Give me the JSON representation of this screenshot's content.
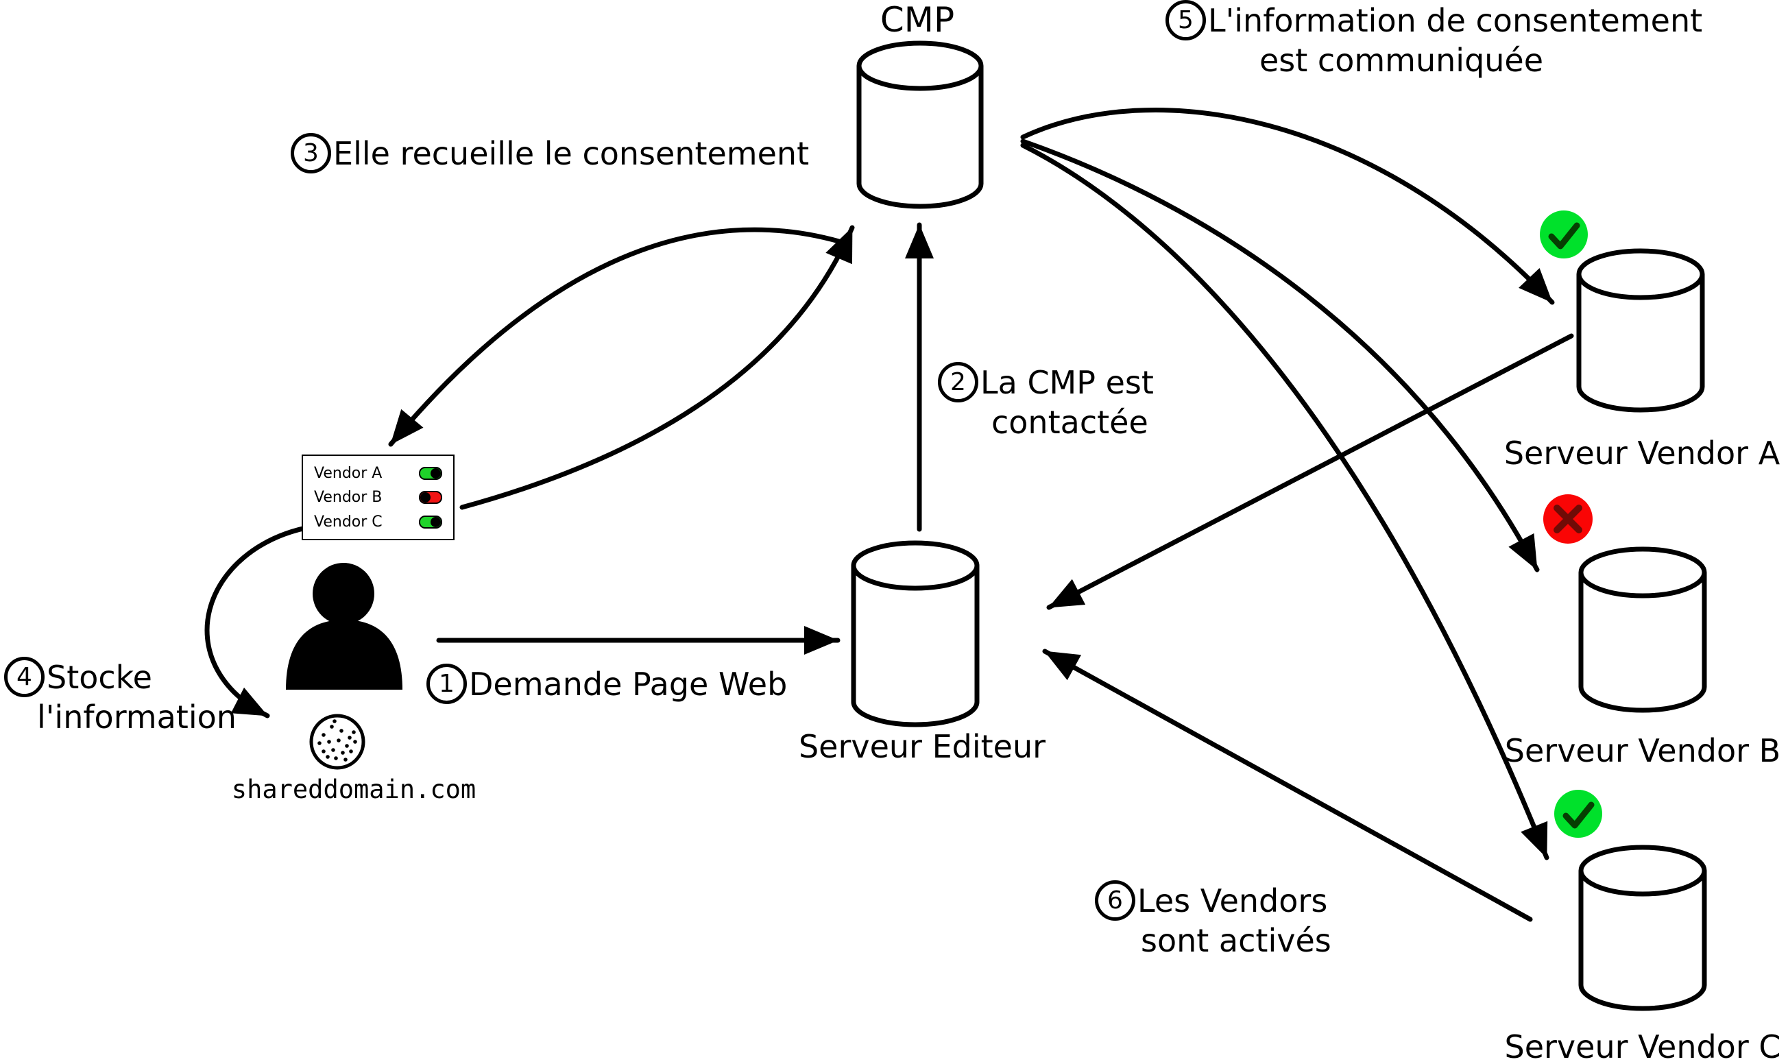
{
  "nodes": {
    "cmp": {
      "label": "CMP"
    },
    "editor": {
      "label": "Serveur Editeur"
    },
    "vendor_a": {
      "label": "Serveur Vendor A",
      "status": "accepted"
    },
    "vendor_b": {
      "label": "Serveur Vendor B",
      "status": "refused"
    },
    "vendor_c": {
      "label": "Serveur Vendor C",
      "status": "accepted"
    },
    "user_domain": "shareddomain.com"
  },
  "consent_panel": {
    "vendors": [
      {
        "name": "Vendor A",
        "enabled": true
      },
      {
        "name": "Vendor B",
        "enabled": false
      },
      {
        "name": "Vendor C",
        "enabled": true
      }
    ]
  },
  "steps": [
    {
      "num": "1",
      "line1": "Demande Page Web",
      "line2": ""
    },
    {
      "num": "2",
      "line1": "La CMP est",
      "line2": "contactée"
    },
    {
      "num": "3",
      "line1": "Elle recueille le consentement",
      "line2": ""
    },
    {
      "num": "4",
      "line1": "Stocke",
      "line2": "l'information"
    },
    {
      "num": "5",
      "line1": "L'information de consentement",
      "line2": "est communiquée"
    },
    {
      "num": "6",
      "line1": "Les Vendors",
      "line2": "sont activés"
    }
  ],
  "icons": {
    "accepted": "check-icon",
    "refused": "cross-icon",
    "user": "person-icon",
    "cookie": "cookie-icon",
    "servers": "database-cylinder-icon"
  },
  "colors": {
    "ink": "#000000",
    "bg": "#FFFFFF",
    "green_badge": "#00E12B",
    "dark_green": "#063F02",
    "red_badge": "#FA0505",
    "dark_red": "#700B06",
    "toggle_green": "#1FD32A",
    "toggle_red": "#F11414"
  }
}
